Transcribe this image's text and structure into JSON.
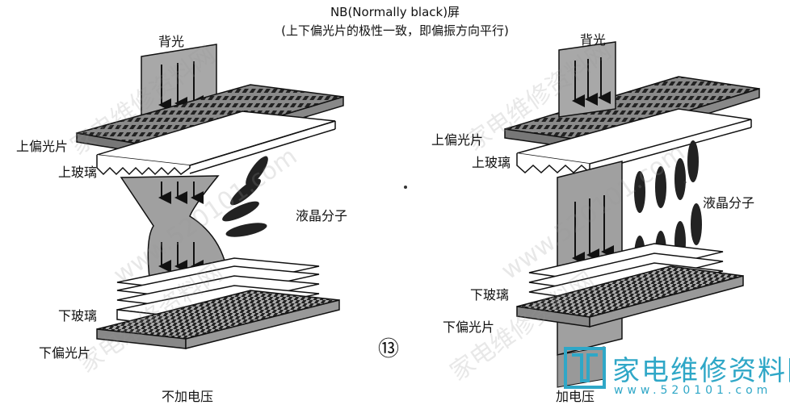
{
  "title": {
    "line1": "NB(Normally black)屏",
    "line2": "(上下偏光片的极性一致，即偏振方向平行)"
  },
  "left": {
    "backlight": "背光",
    "upper_polarizer": "上偏光片",
    "upper_glass": "上玻璃",
    "lc_molecules": "液晶分子",
    "lower_glass": "下玻璃",
    "lower_polarizer": "下偏光片",
    "caption": "不加电压"
  },
  "right": {
    "backlight": "背光",
    "upper_polarizer": "上偏光片",
    "upper_glass": "上玻璃",
    "lc_molecules": "液晶分子",
    "lower_glass": "下玻璃",
    "lower_polarizer": "下偏光片",
    "caption": "加电压"
  },
  "figure_number": "⑬",
  "watermarks": [
    "家电维修资料网",
    "www.520101.com"
  ],
  "logo": {
    "text": "家电维修资料网",
    "url": "www.520101.com",
    "color": "#2fa7c7"
  }
}
